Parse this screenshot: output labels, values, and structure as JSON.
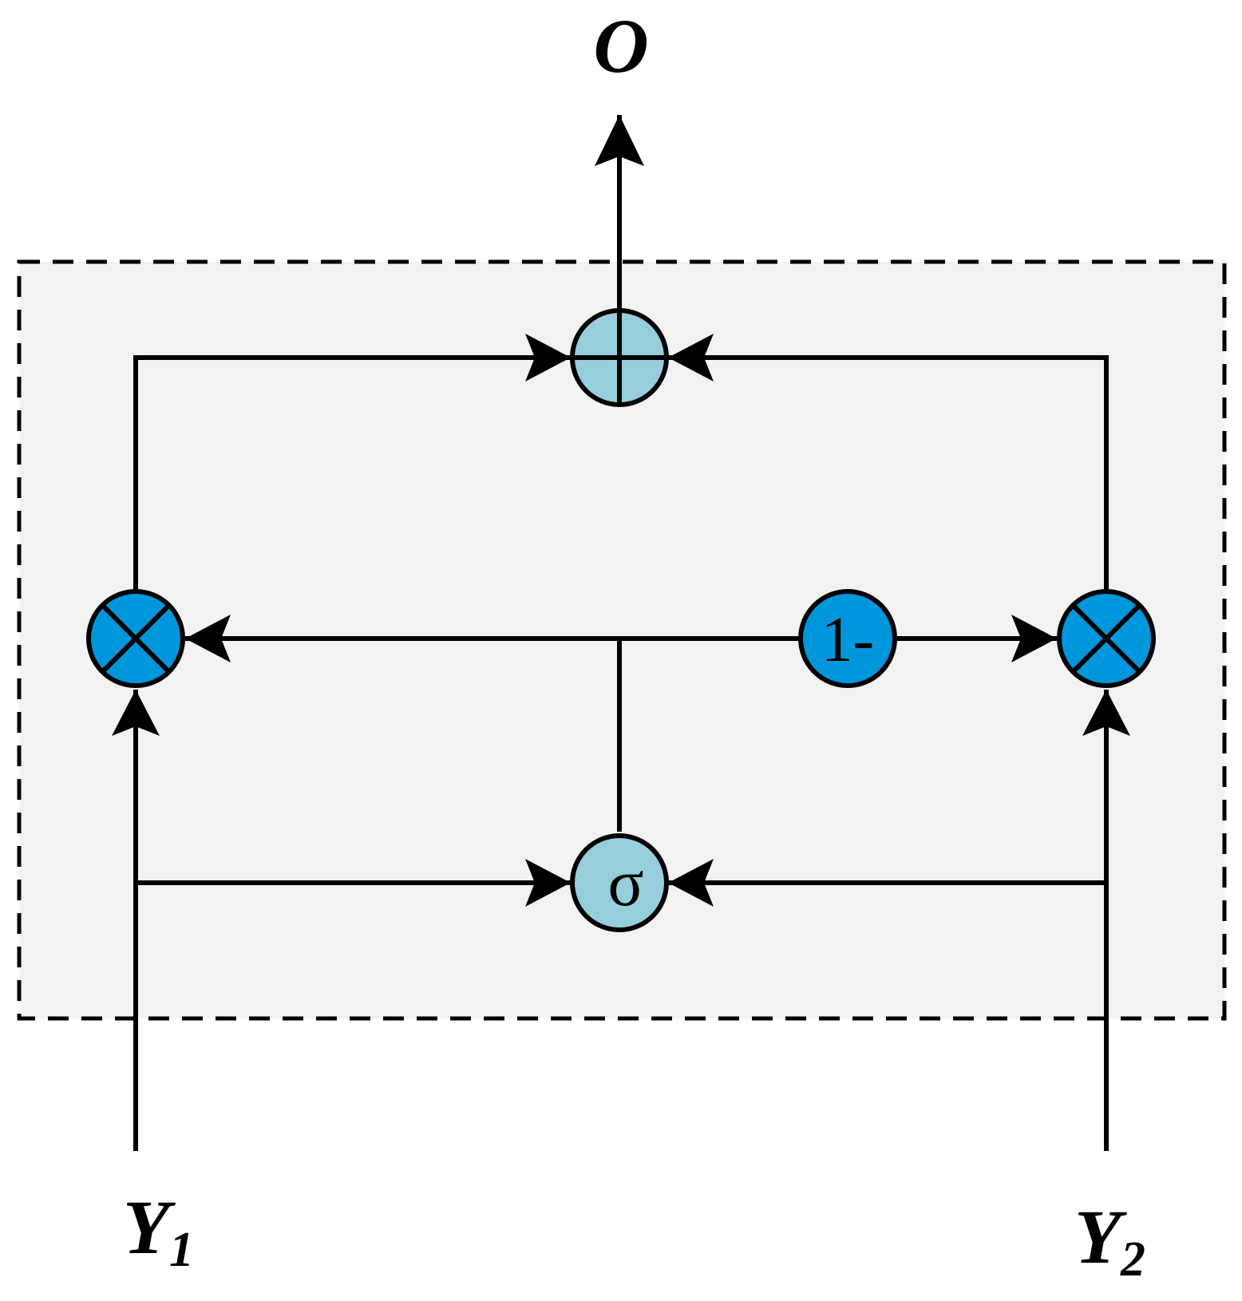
{
  "labels": {
    "output": "O",
    "input1_main": "Y",
    "input1_sub": "1",
    "input2_main": "Y",
    "input2_sub": "2",
    "sigma": "σ",
    "one_minus": "1-"
  },
  "colors": {
    "light_node": "#97cedc",
    "dark_node": "#0096dc",
    "box_fill": "#f2f2f2",
    "stroke": "#000000"
  },
  "icons": {
    "add": "circled-plus-icon",
    "multiply": "circled-times-icon"
  }
}
